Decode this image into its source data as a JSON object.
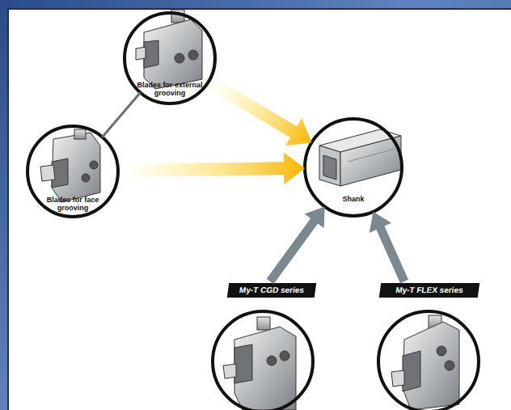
{
  "diagram": {
    "nodes": [
      {
        "text": [
          "Blades for external grooving"
        ]
      },
      {
        "text": [
          "Blades for face grooving"
        ]
      },
      {
        "text": [
          "Shank"
        ]
      },
      {
        "text": [
          "My-T CGD series"
        ]
      },
      {
        "text": [
          "My-T FLEX series"
        ]
      }
    ],
    "edges": [
      {
        "from": 0,
        "to": 2,
        "arrow": "to"
      },
      {
        "from": 1,
        "to": 2,
        "arrow": "to"
      },
      {
        "from": 0,
        "to": 1,
        "arrow": "none"
      },
      {
        "from": 3,
        "to": 2,
        "arrow": "to"
      },
      {
        "from": 4,
        "to": 2,
        "arrow": "to"
      }
    ]
  }
}
